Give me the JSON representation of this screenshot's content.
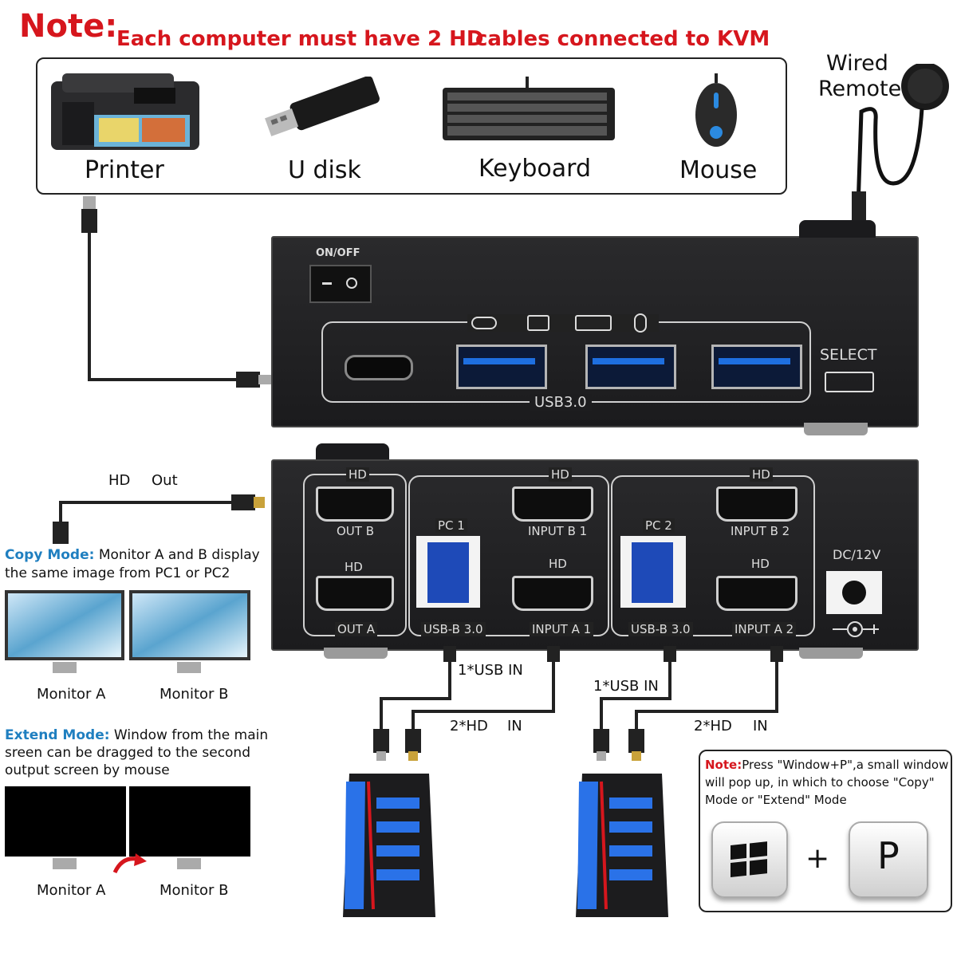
{
  "top_note": {
    "label": "Note:",
    "text1": "Each computer must have 2 HD",
    "text2": "cables connected to KVM"
  },
  "peripherals": [
    "Printer",
    "U disk",
    "Keyboard",
    "Mouse"
  ],
  "wired_remote": [
    "Wired",
    "Remote"
  ],
  "front_panel": {
    "power": "ON/OFF",
    "usb": "USB3.0",
    "select": "SELECT"
  },
  "back_panel": {
    "hd": "HD",
    "out_b": "OUT B",
    "out_a": "OUT A",
    "pc1": "PC 1",
    "pc2": "PC 2",
    "input_b1": "INPUT B 1",
    "input_a1": "INPUT A 1",
    "input_b2": "INPUT B 2",
    "input_a2": "INPUT A 2",
    "usb_b": "USB-B 3.0",
    "dc": "DC/12V"
  },
  "hd_out": {
    "a": "HD",
    "b": "Out"
  },
  "copy_mode": {
    "label": "Copy Mode:",
    "line1": " Monitor A and B display",
    "line2": "the same image from PC1 or PC2"
  },
  "extend_mode": {
    "label": "Extend Mode:",
    "line1": " Window from the main",
    "line2": "sreen can be dragged to the second",
    "line3": "output screen by mouse"
  },
  "monitors": {
    "a": "Monitor A",
    "b": "Monitor B"
  },
  "cables": {
    "usb_in": "1*USB  IN",
    "hd_in_a": "2*HD",
    "hd_in_b": "IN"
  },
  "bottom_note": {
    "label": "Note:",
    "text1": "Press \"Window+P\",a small window",
    "text2": "will pop up, in which to choose \"Copy\"",
    "text3": "Mode or \"Extend\" Mode",
    "plus": "+",
    "key_p": "P"
  },
  "colors": {
    "accent_red": "#d6161d",
    "accent_blue": "#1f7fc0",
    "usb_blue": "#1e6fe0"
  }
}
